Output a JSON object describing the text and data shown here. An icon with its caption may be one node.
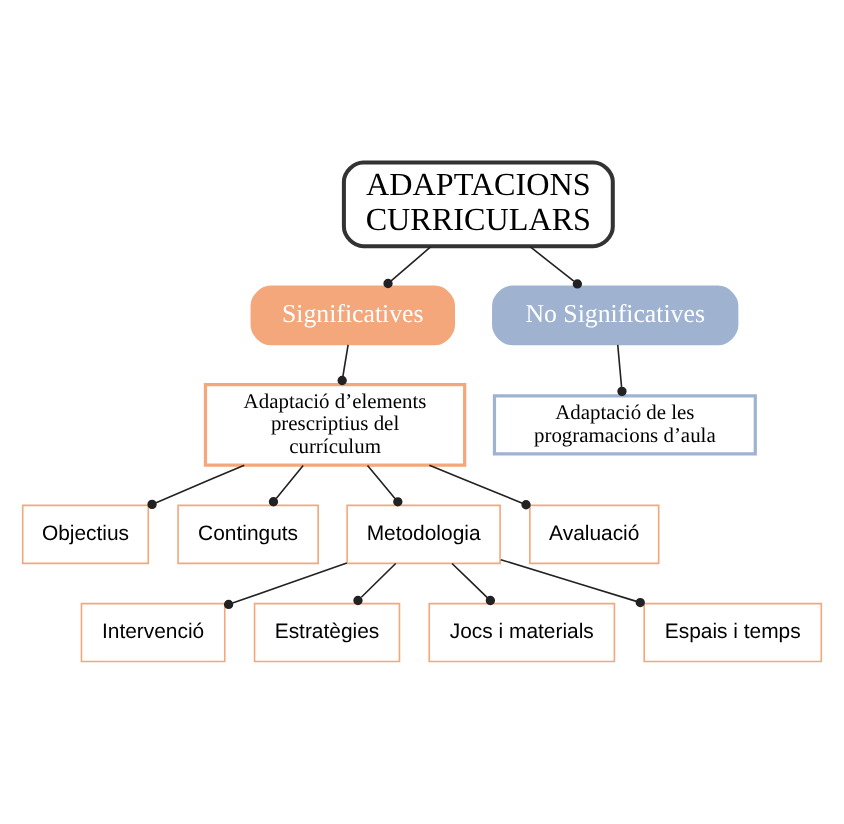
{
  "diagram": {
    "nodes": [
      {
        "text": [
          "ADAPTACIONS CURRICULARS"
        ]
      },
      {
        "text": [
          "Significatives"
        ]
      },
      {
        "text": [
          "No Significatives"
        ]
      },
      {
        "text": [
          "Adaptació d’elements prescriptius del currículum"
        ]
      },
      {
        "text": [
          "Adaptació de les programacions d’aula"
        ]
      },
      {
        "text": [
          "Objectius"
        ]
      },
      {
        "text": [
          "Continguts"
        ]
      },
      {
        "text": [
          "Metodologia"
        ]
      },
      {
        "text": [
          "Avaluació"
        ]
      },
      {
        "text": [
          "Intervenció"
        ]
      },
      {
        "text": [
          "Estratègies"
        ]
      },
      {
        "text": [
          "Jocs i materials"
        ]
      },
      {
        "text": [
          "Espais i temps"
        ]
      }
    ],
    "edges": [
      {
        "from": 0,
        "to": 1,
        "arrow": "other"
      },
      {
        "from": 0,
        "to": 2,
        "arrow": "other"
      },
      {
        "from": 1,
        "to": 3,
        "arrow": "other"
      },
      {
        "from": 2,
        "to": 4,
        "arrow": "other"
      },
      {
        "from": 3,
        "to": 5,
        "arrow": "other"
      },
      {
        "from": 3,
        "to": 6,
        "arrow": "other"
      },
      {
        "from": 3,
        "to": 7,
        "arrow": "other"
      },
      {
        "from": 3,
        "to": 8,
        "arrow": "other"
      },
      {
        "from": 7,
        "to": 9,
        "arrow": "other"
      },
      {
        "from": 7,
        "to": 10,
        "arrow": "other"
      },
      {
        "from": 7,
        "to": 11,
        "arrow": "other"
      },
      {
        "from": 7,
        "to": 12,
        "arrow": "other"
      }
    ]
  }
}
